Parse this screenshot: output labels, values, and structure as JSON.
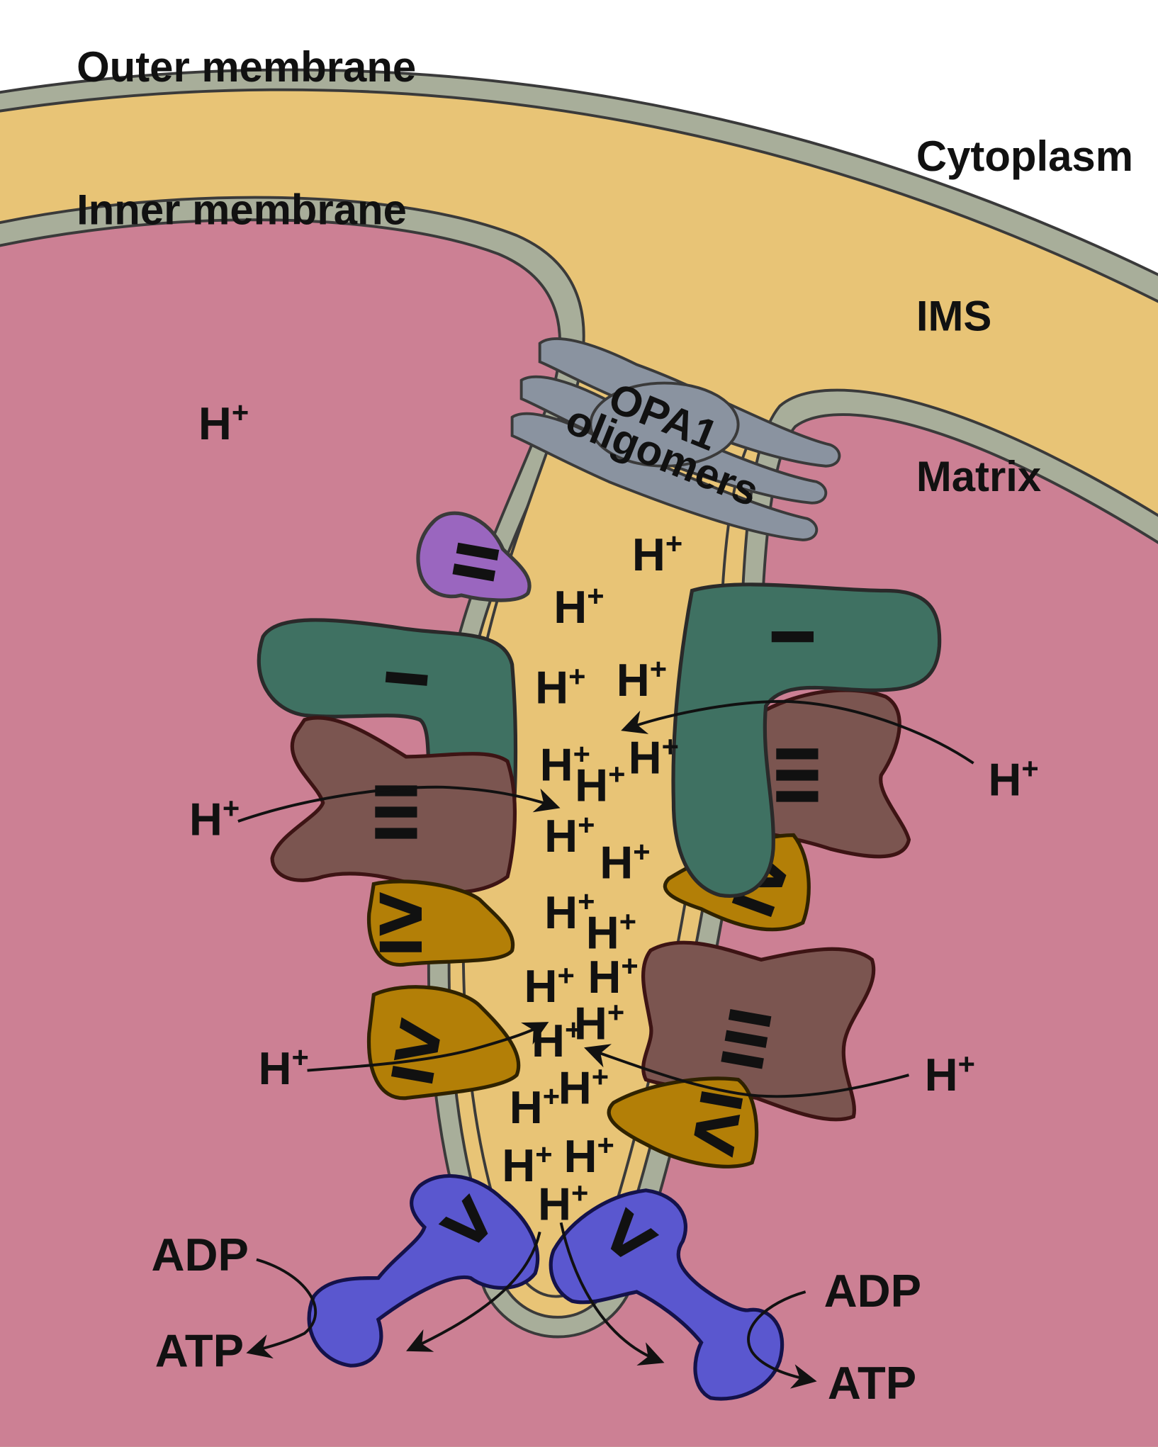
{
  "labels": {
    "outer_membrane": "Outer membrane",
    "inner_membrane": "Inner membrane",
    "cytoplasm": "Cytoplasm",
    "ims": "IMS",
    "matrix": "Matrix",
    "opa1_line1": "OPA1",
    "opa1_line2": "oligomers",
    "adp": "ADP",
    "atp": "ATP"
  },
  "proton": {
    "base": "H",
    "charge": "+"
  },
  "complexes": {
    "complex_I": "I",
    "complex_II": "II",
    "complex_III": "III",
    "complex_IV": "IV",
    "complex_V": "V"
  },
  "colors": {
    "cytoplasm": "#ffffff",
    "membrane": "#a8ae9a",
    "ims": "#e8c476",
    "matrix": "#cc8094",
    "outline": "#3a3a3a",
    "complex_I": "#3f7162",
    "complex_II": "#9a66bf",
    "complex_III": "#7b5550",
    "complex_IV": "#b37f07",
    "complex_V": "#5a57cf",
    "opa1": "#8a93a0"
  }
}
